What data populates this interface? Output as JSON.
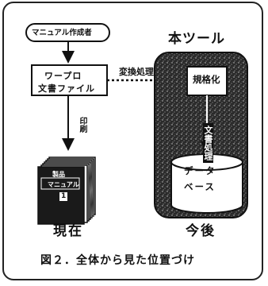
{
  "nodes": {
    "author": "マニュアル作成者",
    "wordprocessor_line1": "ワープロ",
    "wordprocessor_line2": "文書ファイル",
    "conversion": "変換処理",
    "tool_title": "本ツール",
    "standardization": "規格化",
    "doc_processing": "文書処理",
    "database_line1": "データ",
    "database_line2": "ベース",
    "printing": "印刷",
    "book_title": "製品",
    "book_subtitle": "マニュアル",
    "book_number": "1"
  },
  "labels": {
    "current": "現在",
    "future": "今後"
  },
  "caption": "図２．全体から見た位置づけ"
}
